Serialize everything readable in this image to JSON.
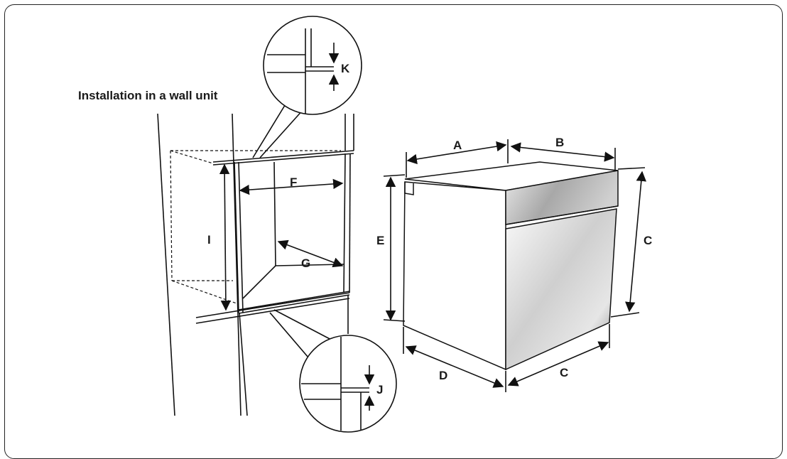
{
  "title": "Installation in a wall unit",
  "labels": {
    "A": "A",
    "B": "B",
    "C_right": "C",
    "C_bottom": "C",
    "D": "D",
    "E": "E",
    "F": "F",
    "G": "G",
    "I": "I",
    "J": "J",
    "K": "K"
  },
  "colors": {
    "line": "#111111",
    "steel_light": "#f2f2f2",
    "steel_dark": "#7a7a7a"
  }
}
